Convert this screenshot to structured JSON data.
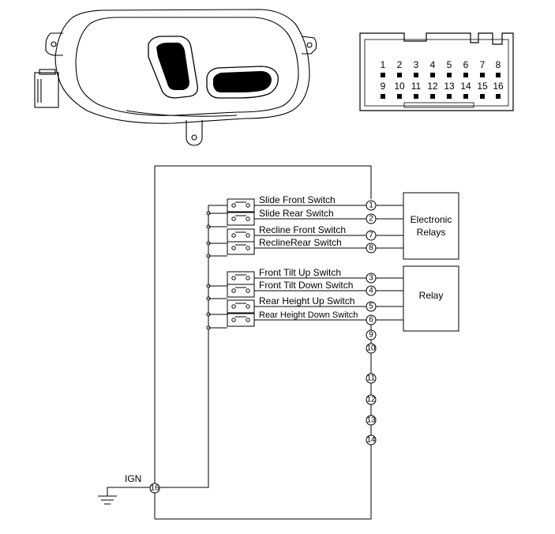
{
  "connector": {
    "top_pins": [
      "1",
      "2",
      "3",
      "4",
      "5",
      "6",
      "7",
      "8"
    ],
    "bottom_pins": [
      "9",
      "10",
      "11",
      "12",
      "13",
      "14",
      "15",
      "16"
    ]
  },
  "switches": [
    {
      "label": "Slide Front Switch",
      "pin": "1"
    },
    {
      "label": "Slide Rear Switch",
      "pin": "2"
    },
    {
      "label": "Recline Front Switch",
      "pin": "7"
    },
    {
      "label": "ReclineRear Switch",
      "pin": "8"
    },
    {
      "label": "Front Tilt Up Switch",
      "pin": "3"
    },
    {
      "label": "Front Tilt Down Switch",
      "pin": "4"
    },
    {
      "label": "Rear Height Up Switch",
      "pin": "5"
    },
    {
      "label": "Rear Height Down Switch",
      "pin": "6"
    }
  ],
  "unused_pins": [
    "9",
    "10",
    "11",
    "12",
    "13",
    "14"
  ],
  "ground_pin": "16",
  "ign_label": "IGN",
  "electronic_relays": {
    "line1": "Electronic",
    "line2": "Relays"
  },
  "relay": {
    "label": "Relay"
  }
}
